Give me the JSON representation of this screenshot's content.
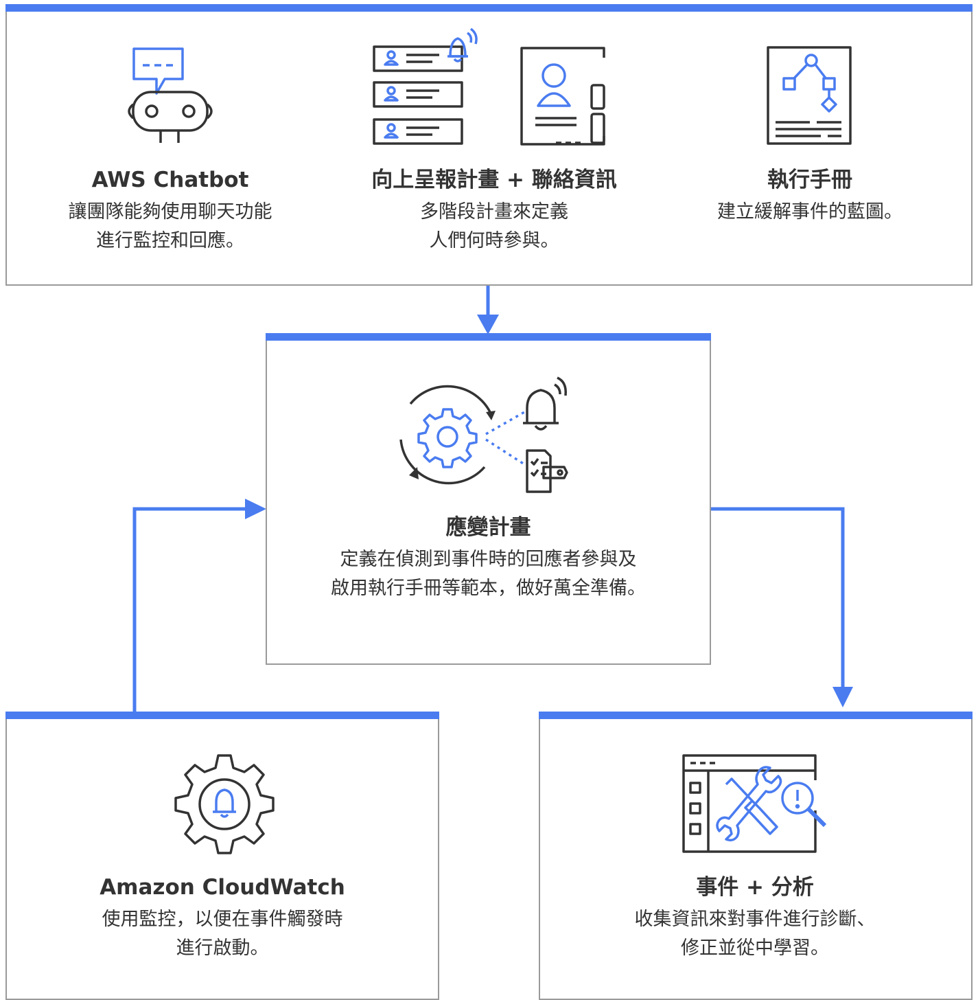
{
  "colors": {
    "accent": "#4a7cf0",
    "ink": "#333333",
    "border": "#9a9a9a"
  },
  "top": {
    "chatbot": {
      "icon": "chatbot-robot-icon",
      "title": "AWS Chatbot",
      "desc_line1": "讓團隊能夠使用聊天功能",
      "desc_line2": "進行監控和回應。"
    },
    "escalation": {
      "icon": "escalation-contacts-icon",
      "title": "向上呈報計畫 + 聯絡資訊",
      "desc_line1": "多階段計畫來定義",
      "desc_line2": "人們何時參與。"
    },
    "runbook": {
      "icon": "runbook-document-icon",
      "title": "執行手冊",
      "desc_line1": "建立緩解事件的藍圖。"
    }
  },
  "center": {
    "icon": "response-plan-gear-icon",
    "title": "應變計畫",
    "desc_line1": "定義在偵測到事件時的回應者參與及",
    "desc_line2": "啟用執行手冊等範本，做好萬全準備。"
  },
  "bottom_left": {
    "icon": "cloudwatch-gear-bell-icon",
    "title": "Amazon CloudWatch",
    "desc_line1": "使用監控，以便在事件觸發時",
    "desc_line2": "進行啟動。"
  },
  "bottom_right": {
    "icon": "incident-analysis-tools-icon",
    "title": "事件 + 分析",
    "desc_line1": "收集資訊來對事件進行診斷、",
    "desc_line2": "修正並從中學習。"
  }
}
